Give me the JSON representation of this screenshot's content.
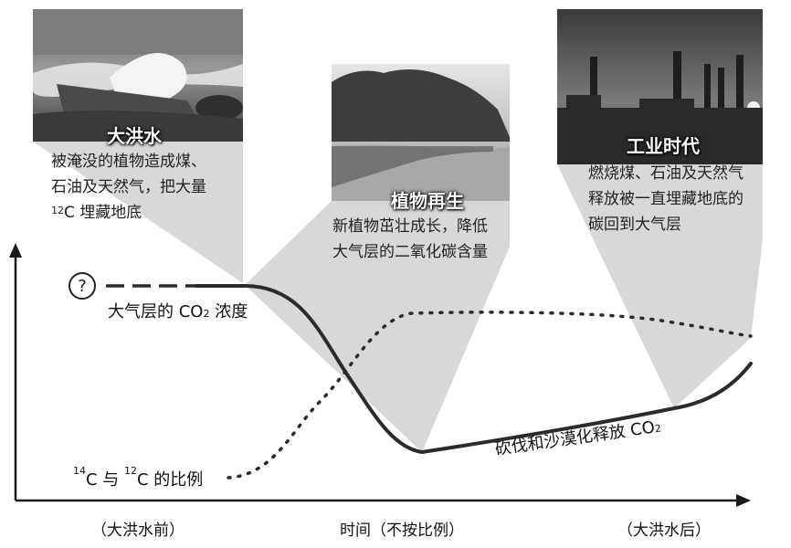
{
  "panels": {
    "flood": {
      "title": "大洪水",
      "desc_line1": "被淹没的植物造成煤、",
      "desc_line2": "石油及天然气，把大量",
      "desc_line3_iso": "12",
      "desc_line3_rest": "C 埋藏地底"
    },
    "regrowth": {
      "title": "植物再生",
      "desc_line1": "新植物茁壮成长，降低",
      "desc_line2": "大气层的二氧化碳含量"
    },
    "industrial": {
      "title": "工业时代",
      "desc_line1": "燃烧煤、石油及天然气",
      "desc_line2": "释放被一直埋藏地底的",
      "desc_line3": "碳回到大气层"
    }
  },
  "curves": {
    "question_mark": "?",
    "co2_label_prefix": "大气层的 CO",
    "co2_label_sub": "2",
    "co2_label_suffix": "浓度",
    "deforestation_prefix": "砍伐和沙漠化释放 CO",
    "deforestation_sub": "2",
    "ratio_iso14": "14",
    "ratio_mid": "C 与 ",
    "ratio_iso12": "12",
    "ratio_suffix": "C 的比例"
  },
  "axis": {
    "left_label": "（大洪水前）",
    "center_label": "时间（不按比例）",
    "right_label": "（大洪水后）"
  },
  "colors": {
    "callout_fill": "#d8d8d8",
    "curve": "#2b2b2b"
  }
}
